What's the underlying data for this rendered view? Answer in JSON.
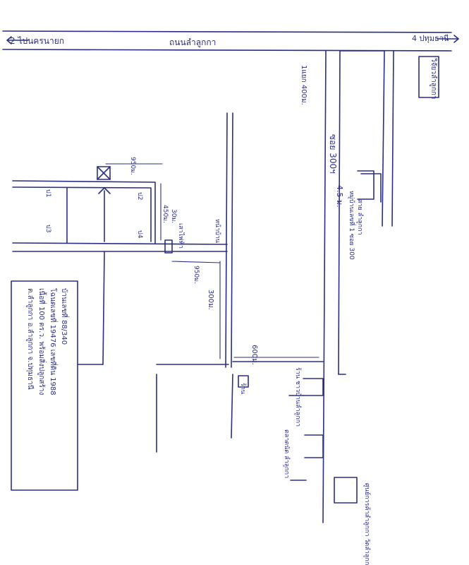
{
  "colors": {
    "ink": "#2a2f86",
    "paper": "#ffffff"
  },
  "labels": {
    "top_left_direction": "2 ไปนครนายก",
    "main_road": "ถนนลำลูกกา",
    "top_right_direction": "4 ปทุมธานี",
    "corner_box": "วิจัยวลำลูกกา",
    "left_side_dist": "1แยก 400ม.",
    "soi_300": "ซอย 300ฯ",
    "width_45": "4.5 ม.",
    "village_1": "หมู่บ้านเลขที่ 1 ซอย 300",
    "village_2": "สาย ลำลูกกา",
    "dim_950_top": "950ม.",
    "dim_450": "450ม.",
    "dim_30": "30ม.",
    "electric": "เสาไฟฟ้า",
    "door_1": "ป1",
    "door_2": "ป2",
    "door_3": "ป3",
    "door_4": "ป4",
    "dim_950_left": "950ม.",
    "right_of_soi": "หน้าบ้าน",
    "dim_300": "300ม.",
    "dim_600": "600ม.",
    "shop": "ร้าน",
    "local_1": "ร้าน ชาวบ้านลำลูกกา",
    "local_2": "ตลาดนัด ลำลูกกา",
    "bottom_shop": "ศูนย์การค้าลำลูกกา วัดลำลูกกา",
    "info_line_1": "บ้านเลขที่ 88/340",
    "info_line_2": "โฉนดเลขที่ 19476 เลขที่ดิน 1988",
    "info_line_3": "เนื้อที่ 100 ตร.ว. พร้อมสิ่งปลูกสร้าง",
    "info_line_4": "ต.ลำลูกกา อ.ลำลูกกา จ.ปทุมธานี"
  }
}
